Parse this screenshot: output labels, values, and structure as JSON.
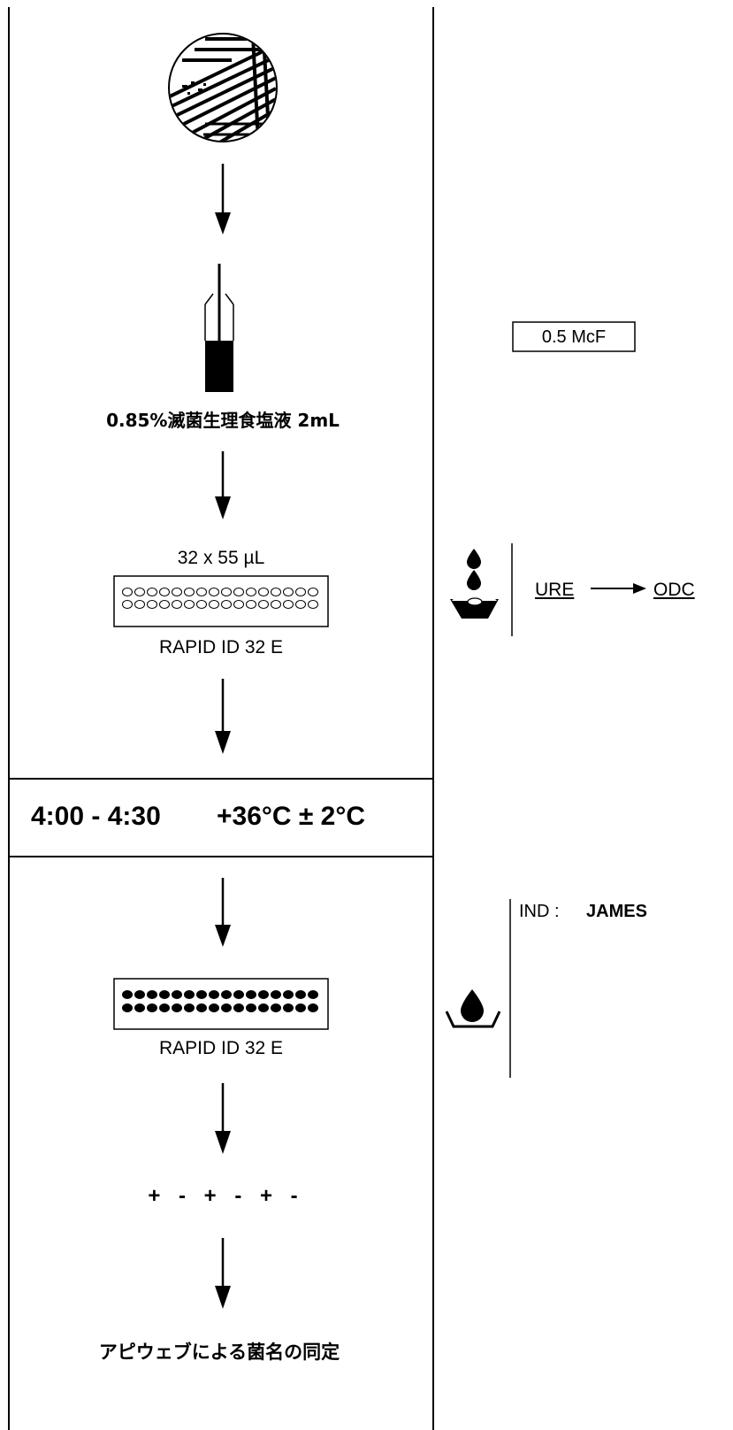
{
  "left_column": {
    "saline_label": "0.85%滅菌生理食塩液 2mL",
    "strip_volume": "32 x 55 µL",
    "strip_name_inoculated": "RAPID ID 32 E",
    "incubation": {
      "time": "4:00 - 4:30",
      "temperature": "+36°C ± 2°C"
    },
    "strip_name_read": "RAPID ID 32 E",
    "result_signs": "+ - + - + -",
    "final_step": "アピウェブによる菌名の同定"
  },
  "right_column": {
    "turbidity": "0.5 McF",
    "mineral_oil_step": {
      "from": "URE",
      "to": "ODC"
    },
    "reagent_step": {
      "test": "IND :",
      "reagent": "JAMES"
    }
  },
  "icons": {
    "culture": "petri-dish-icon",
    "suspension": "suspension-tube-icon",
    "oil": "oil-drops-on-cupule-icon",
    "reagent": "reagent-drop-on-cupule-icon",
    "arrows": "arrow-down-icon"
  }
}
